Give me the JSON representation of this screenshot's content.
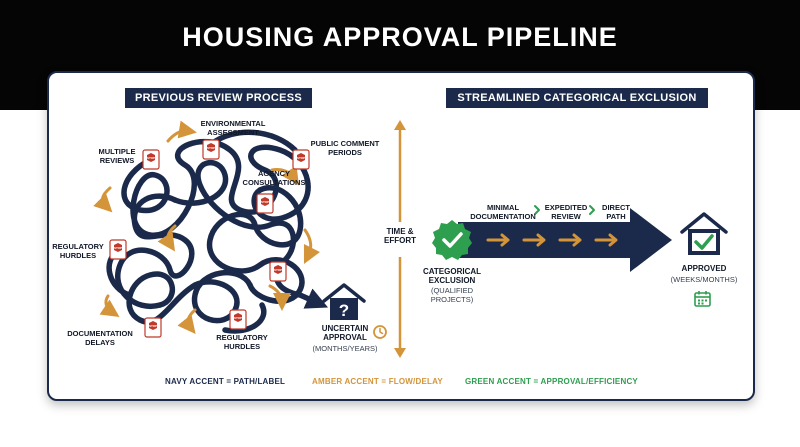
{
  "title": "HOUSING APPROVAL PIPELINE",
  "left": {
    "header": "PREVIOUS REVIEW PROCESS",
    "labels": {
      "environmental": "ENVIRONMENTAL\nASSESSMENT",
      "multiple_reviews": "MULTIPLE\nREVIEWS",
      "public_comment": "PUBLIC COMMENT\nPERIODS",
      "agency": "AGENCY\nCONSULTATIONS",
      "regulatory_left": "REGULATORY\nHURDLES",
      "documentation": "DOCUMENTATION\nDELAYS",
      "regulatory_bottom": "REGULATORY\nHURDLES"
    },
    "outcome": {
      "title": "UNCERTAIN\nAPPROVAL",
      "sub": "(MONTHS/YEARS)",
      "icon": "question-house-icon"
    },
    "stop_sign_text": "STOP"
  },
  "axis": {
    "label": "TIME &\nEFFORT"
  },
  "right": {
    "header": "STREAMLINED CATEGORICAL EXCLUSION",
    "steps": [
      "MINIMAL\nDOCUMENTATION",
      "EXPEDITED\nREVIEW",
      "DIRECT\nPATH"
    ],
    "start": {
      "title": "CATEGORICAL\nEXCLUSION",
      "sub": "(QUALIFIED\nPROJECTS)"
    },
    "outcome": {
      "title": "APPROVED",
      "sub": "(WEEKS/MONTHS)"
    }
  },
  "legend": [
    {
      "text": "NAVY ACCENT = PATH/LABEL",
      "color": "#1b2a4a"
    },
    {
      "text": "AMBER ACCENT = FLOW/DELAY",
      "color": "#d4943a"
    },
    {
      "text": "GREEN ACCENT = APPROVAL/EFFICIENCY",
      "color": "#2e9e4f"
    }
  ],
  "colors": {
    "navy": "#1b2a4a",
    "amber": "#d4943a",
    "green": "#2e9e4f",
    "stop_red": "#c0392b"
  }
}
